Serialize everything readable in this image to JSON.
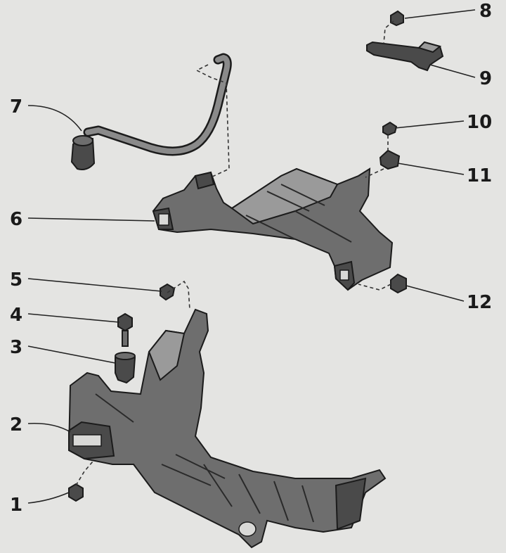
{
  "callouts": [
    "1",
    "2",
    "3",
    "4",
    "5",
    "6",
    "7",
    "8",
    "9",
    "10",
    "11",
    "12"
  ],
  "colors": {
    "background": "#e4e4e2",
    "metal_dark": "#4a4a4a",
    "metal_mid": "#6e6e6e",
    "metal_light": "#9a9a9a",
    "ink": "#1a1a1a"
  }
}
